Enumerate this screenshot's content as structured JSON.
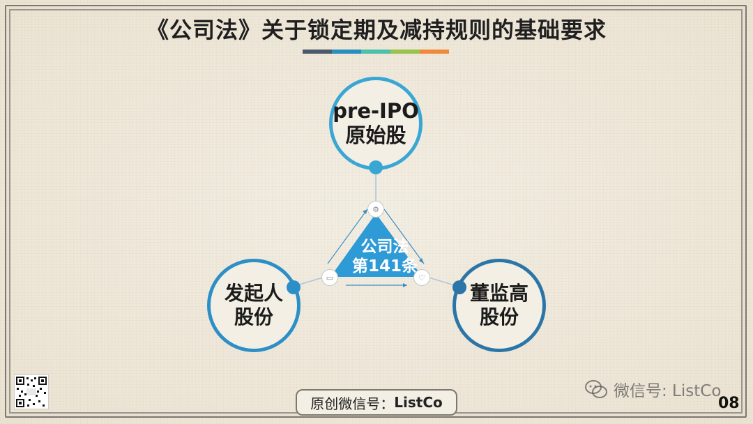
{
  "title": "《公司法》关于锁定期及减持规则的基础要求",
  "title_bar_colors": [
    "#4a5a6a",
    "#2a8fbf",
    "#4cc0a8",
    "#9ac24c",
    "#f0893a"
  ],
  "nodes": {
    "top": {
      "line1": "pre-IPO",
      "line2": "原始股",
      "ring_color": "#3aa6d4"
    },
    "left": {
      "line1": "发起人",
      "line2": "股份",
      "ring_color": "#2d8fc7"
    },
    "right": {
      "line1": "董监高",
      "line2": "股份",
      "ring_color": "#2b75a8"
    }
  },
  "center": {
    "line1": "公司法",
    "line2": "第141条",
    "fill_color": "#2e9ad6"
  },
  "node_icons": {
    "top": "gear-icon",
    "left": "briefcase-icon",
    "right": "heart-icon"
  },
  "footer": {
    "source_label": "原创微信号：",
    "source_account": "ListCo",
    "watermark": "微信号: ListCo",
    "page_number": "08"
  },
  "colors": {
    "text_dark": "#1b1b1b",
    "frame": "#7b786f",
    "background": "#efe8d9"
  }
}
